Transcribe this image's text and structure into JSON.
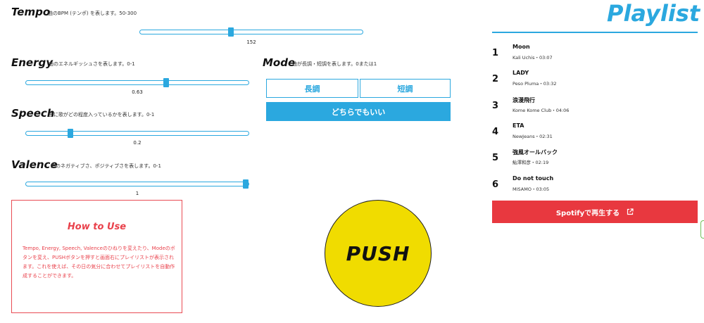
{
  "params": {
    "tempo": {
      "title": "Tempo",
      "desc": "曲のBPM (テンポ) を表します。50-300",
      "value": "152",
      "level": 0.408
    },
    "energy": {
      "title": "Energy",
      "desc": "曲のエネルギッシュさを表します。0-1",
      "value": "0.63",
      "level": 0.63
    },
    "speech": {
      "title": "Speech",
      "desc": "曲に歌がどの程度入っているかを表します。0-1",
      "value": "0.2",
      "level": 0.2
    },
    "valence": {
      "title": "Valence",
      "desc": "曲のネガティブさ、ポジティブさを表します。0-1",
      "value": "1",
      "level": 1.0
    }
  },
  "mode": {
    "title": "Mode",
    "desc": "曲が長調・短調を表します。0または1",
    "major_label": "長調",
    "minor_label": "短調",
    "any_label": "どちらでもいい"
  },
  "howto": {
    "title": "How to Use",
    "text": "Tempo, Energy, Speech, Valenceのひねりを変えたり、Modeのボタンを変え、PUSHボタンを押すと画面右にプレイリストが表示されます。これを使えば、その日の気分に合わせてプレイリストを自動作成することができます。"
  },
  "push_label": "PUSH",
  "playlist": {
    "title": "Playlist",
    "tracks": [
      {
        "num": "1",
        "name": "Moon",
        "meta": "Kali Uchis・03:07"
      },
      {
        "num": "2",
        "name": "LADY",
        "meta": "Peso Pluma・03:32"
      },
      {
        "num": "3",
        "name": "浪漫飛行",
        "meta": "Kome Kome Club・04:06"
      },
      {
        "num": "4",
        "name": "ETA",
        "meta": "NewJeans・02:31"
      },
      {
        "num": "5",
        "name": "強風オールバック",
        "meta": "鮎澤和彦・02:19"
      },
      {
        "num": "6",
        "name": "Do not touch",
        "meta": "MISAMO・03:05"
      }
    ],
    "spotify_label": "Spotifyで再生する"
  },
  "colors": {
    "accent": "#2ba8df",
    "danger": "#e8383f",
    "push": "#f0dc00"
  },
  "icons": {
    "external": "external-link-icon"
  }
}
